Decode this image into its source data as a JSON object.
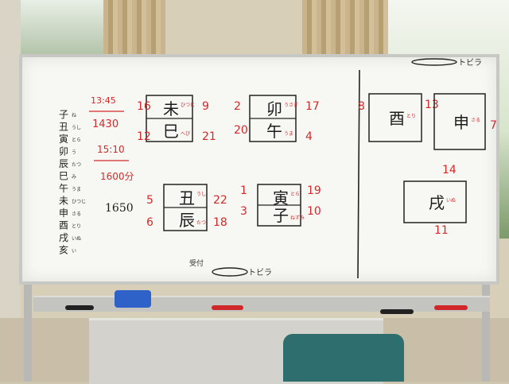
{
  "board": {
    "top_label": "トビラ",
    "bottom_label_prefix": "受付",
    "bottom_label": "トビラ",
    "times": [
      "13:45",
      "1430",
      "15:10",
      "1600分",
      "1650"
    ],
    "zodiac_list": [
      "子",
      "丑",
      "寅",
      "卯",
      "辰",
      "巳",
      "午",
      "未",
      "申",
      "酉",
      "戌",
      "亥"
    ],
    "zodiac_notes": [
      "ね",
      "うし",
      "とら",
      "う",
      "たつ",
      "み",
      "うま",
      "ひつじ",
      "さる",
      "とり",
      "いぬ",
      "い"
    ],
    "boxes": [
      {
        "top": "未",
        "bottom": "巳",
        "top_read": "ひつじ",
        "bottom_read": "へび",
        "nums": [
          "16",
          "9",
          "12",
          "21"
        ]
      },
      {
        "top": "卯",
        "bottom": "午",
        "top_read": "うさぎ",
        "bottom_read": "うま",
        "nums": [
          "2",
          "17",
          "20",
          "4"
        ]
      },
      {
        "top": "丑",
        "bottom": "辰",
        "top_read": "うし",
        "bottom_read": "たつ",
        "nums": [
          "5",
          "22",
          "6",
          "18"
        ]
      },
      {
        "top": "寅",
        "bottom": "子",
        "top_read": "とら",
        "bottom_read": "ねずみ",
        "nums": [
          "1",
          "19",
          "3",
          "10"
        ]
      },
      {
        "top": "酉",
        "bottom": "",
        "top_read": "とり",
        "bottom_read": "",
        "nums": [
          "8",
          "13"
        ]
      },
      {
        "top": "申",
        "bottom": "",
        "top_read": "さる",
        "bottom_read": "",
        "nums": [
          "7"
        ]
      },
      {
        "top": "戌",
        "bottom": "",
        "top_read": "いぬ",
        "bottom_read": "",
        "nums": [
          "14",
          "11"
        ]
      }
    ]
  },
  "colors": {
    "ink_black": "#1c1c1c",
    "ink_red": "#d22a2a",
    "eraser_blue": "#2f62c8",
    "chair_teal": "#2e6e6e"
  }
}
